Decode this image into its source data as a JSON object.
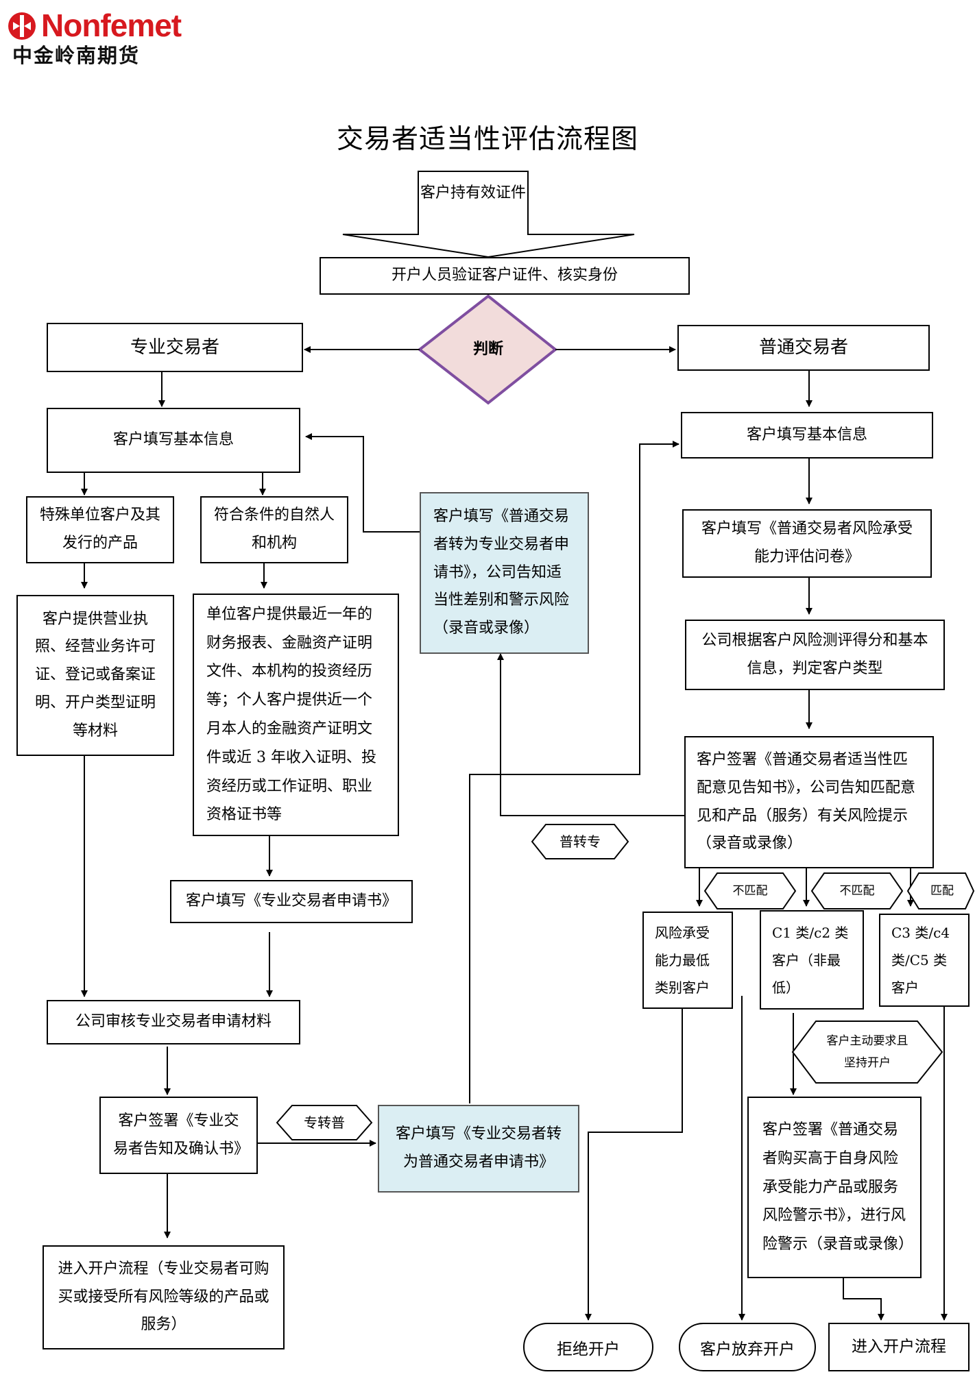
{
  "logo": {
    "brand_en": "Nonfemet",
    "brand_cn": "中金岭南期货",
    "brand_color": "#d7191f"
  },
  "title": "交易者适当性评估流程图",
  "start": "客户持有效证件",
  "verify": "开户人员验证客户证件、核实身份",
  "decision": "判断",
  "professional": {
    "header": "专业交易者",
    "fill_info": "客户填写基本信息",
    "special_units": "特殊单位客户及其发行的产品",
    "qualified": "符合条件的自然人和机构",
    "special_materials": "客户提供营业执照、经营业务许可证、登记或备案证明、开户类型证明等材料",
    "qualified_materials": "单位客户提供最近一年的财务报表、金融资产证明文件、本机构的投资经历等；个人客户提供近一个月本人的金融资产证明文件或近 3 年收入证明、投资经历或工作证明、职业资格证书等",
    "apply_form": "客户填写《专业交易者申请书》",
    "review": "公司审核专业交易者申请材料",
    "sign_notice": "客户签署《专业交易者告知及确认书》",
    "enter_account": "进入开户流程（专业交易者可购买或接受所有风险等级的产品或服务）"
  },
  "conversion": {
    "to_professional": "客户填写《普通交易者转为专业交易者申请书》，公司告知适当性差别和警示风险（录音或录像）",
    "to_ordinary": "客户填写《专业交易者转为普通交易者申请书》",
    "label_ord_to_pro": "普转专",
    "label_pro_to_ord": "专转普"
  },
  "ordinary": {
    "header": "普通交易者",
    "fill_info": "客户填写基本信息",
    "questionnaire": "客户填写《普通交易者风险承受能力评估问卷》",
    "classify": "公司根据客户风险测评得分和基本信息，判定客户类型",
    "sign_match": "客户签署《普通交易者适当性匹配意见告知书》，公司告知匹配意见和产品（服务）有关风险提示（录音或录像）",
    "mismatch_1": "不匹配",
    "mismatch_2": "不匹配",
    "match": "匹配",
    "lowest": "风险承受能力最低类别客户",
    "c1c2": "C1 类/c2 类客户（非最低）",
    "c3c5": "C3 类/c4 类/C5 类客户",
    "insist": "客户主动要求且坚持开户",
    "sign_warning": "客户签署《普通交易者购买高于自身风险承受能力产品或服务风险警示书》，进行风险警示（录音或录像）"
  },
  "endings": {
    "reject": "拒绝开户",
    "abandon": "客户放弃开户",
    "enter": "进入开户流程"
  },
  "colors": {
    "decision_fill": "#f2dcdb",
    "decision_border": "#7f4ea0",
    "conversion_fill": "#dbeef3"
  }
}
